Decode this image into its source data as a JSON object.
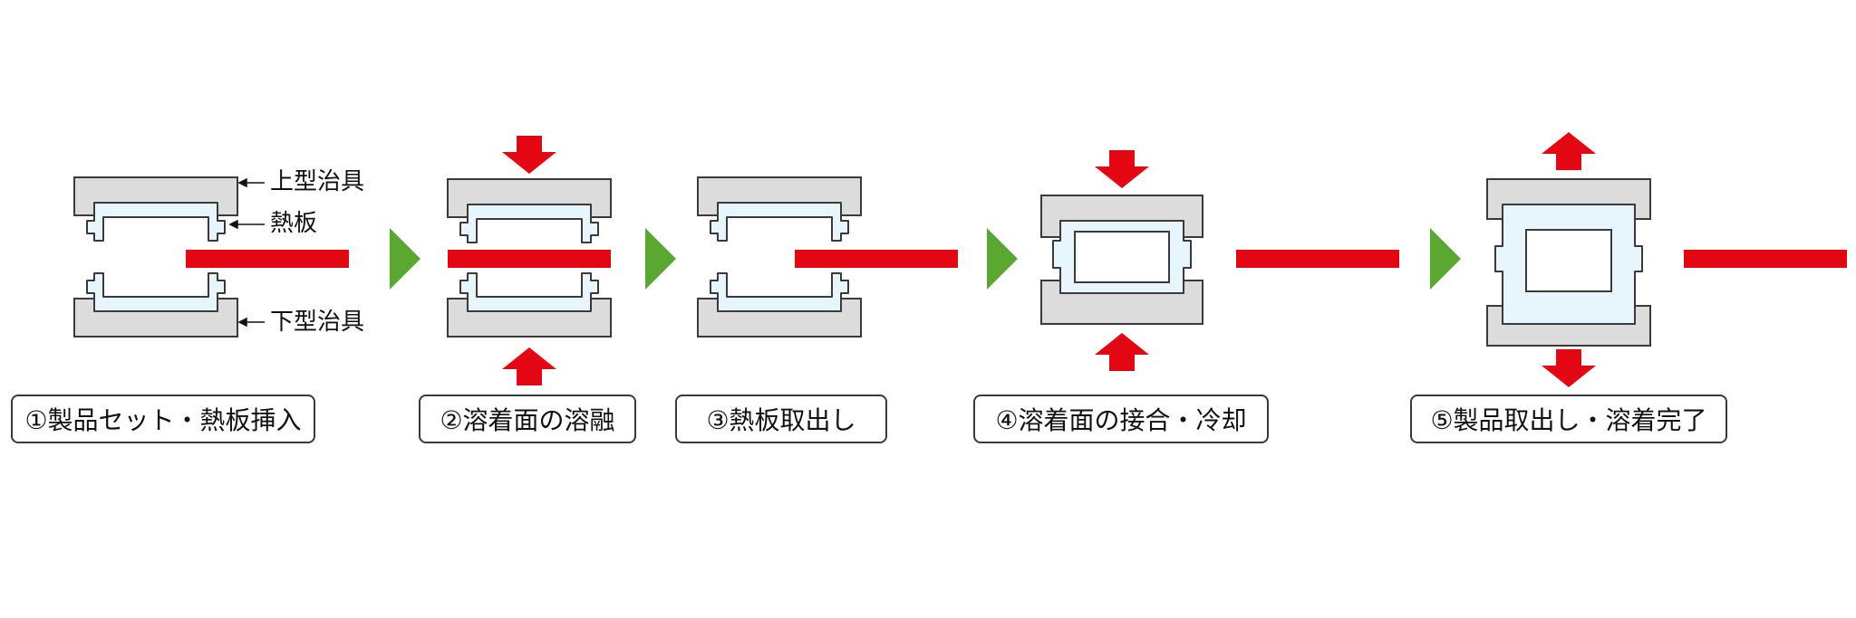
{
  "annotations": {
    "upper_jig": "上型治具",
    "hot_plate": "熱板",
    "lower_jig": "下型治具"
  },
  "steps": [
    {
      "label": "①製品セット・熱板挿入"
    },
    {
      "label": "②溶着面の溶融"
    },
    {
      "label": "③熱板取出し"
    },
    {
      "label": "④溶着面の接合・冷却"
    },
    {
      "label": "⑤製品取出し・溶着完了"
    }
  ],
  "colors": {
    "jig_fill": "#dcdcdc",
    "jig_stroke": "#3a3a3a",
    "workpiece_fill": "#e6f6fc",
    "hot_plate": "#e30613",
    "force_arrow": "#e30613",
    "step_arrow": "#5aa832"
  },
  "icons": {
    "force_arrow": "red-block-arrow",
    "step_arrow": "green-triangle-arrow"
  }
}
